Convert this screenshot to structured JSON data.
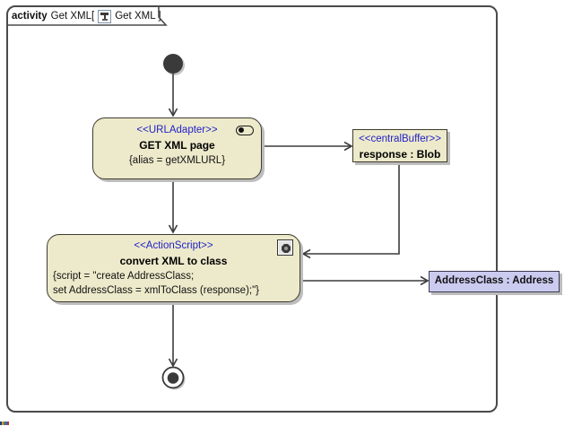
{
  "frame": {
    "keyword": "activity",
    "name": "Get XML[",
    "content": "Get XML ]"
  },
  "nodes": {
    "url_adapter": {
      "stereotype": "<<URLAdapter>>",
      "name": "GET XML page",
      "constraint": "{alias = getXMLURL}"
    },
    "central_buffer": {
      "stereotype": "<<centralBuffer>>",
      "name": "response : Blob"
    },
    "action_script": {
      "stereotype": "<<ActionScript>>",
      "name": "convert XML to class",
      "script_line1": "{script = \"create AddressClass;",
      "script_line2": "set AddressClass = xmlToClass (response);\"}"
    },
    "address_class": {
      "name": "AddressClass : Address"
    }
  },
  "icons": {
    "tab_icon": "activity-diagram-icon",
    "url_adapter_icon": "stadium-dot-icon",
    "action_script_icon": "gear-icon"
  },
  "colors": {
    "node_fill": "#EDEACB",
    "object_node_fill": "#CBCBF0",
    "stereotype_text": "#2121C8",
    "frame_border": "#4A4A4A",
    "edge": "#3C3C3C",
    "shadow": "#BDBDBD"
  }
}
